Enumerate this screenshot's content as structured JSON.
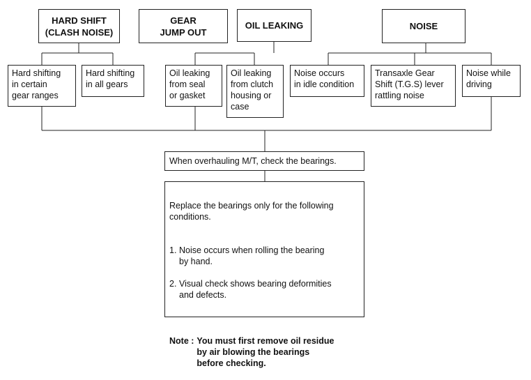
{
  "headers": {
    "hard_shift": "HARD SHIFT\n(CLASH NOISE)",
    "gear_jump_out": "GEAR\nJUMP OUT",
    "oil_leaking": "OIL LEAKING",
    "noise": "NOISE"
  },
  "symptoms": {
    "hard_certain": "Hard shifting\nin certain\ngear ranges",
    "hard_all": "Hard shifting\nin all gears",
    "oil_seal": "Oil leaking\nfrom seal\nor gasket",
    "oil_clutch": "Oil leaking\nfrom clutch\nhousing or\ncase",
    "noise_idle": "Noise occurs\nin idle condition",
    "tgs_rattle": "Transaxle Gear\nShift (T.G.S) lever\nrattling noise",
    "noise_driving": "Noise while\ndriving"
  },
  "check": "When overhauling M/T, check the bearings.",
  "replace": {
    "intro": "Replace the bearings only for the following\nconditions.",
    "items": [
      {
        "num": "1.",
        "text": "Noise occurs when rolling the bearing\nby hand."
      },
      {
        "num": "2.",
        "text": "Visual check shows bearing deformities\nand defects."
      }
    ],
    "note_label": "Note :",
    "note_text": "You must first remove oil residue\nby air blowing the bearings\nbefore checking."
  }
}
